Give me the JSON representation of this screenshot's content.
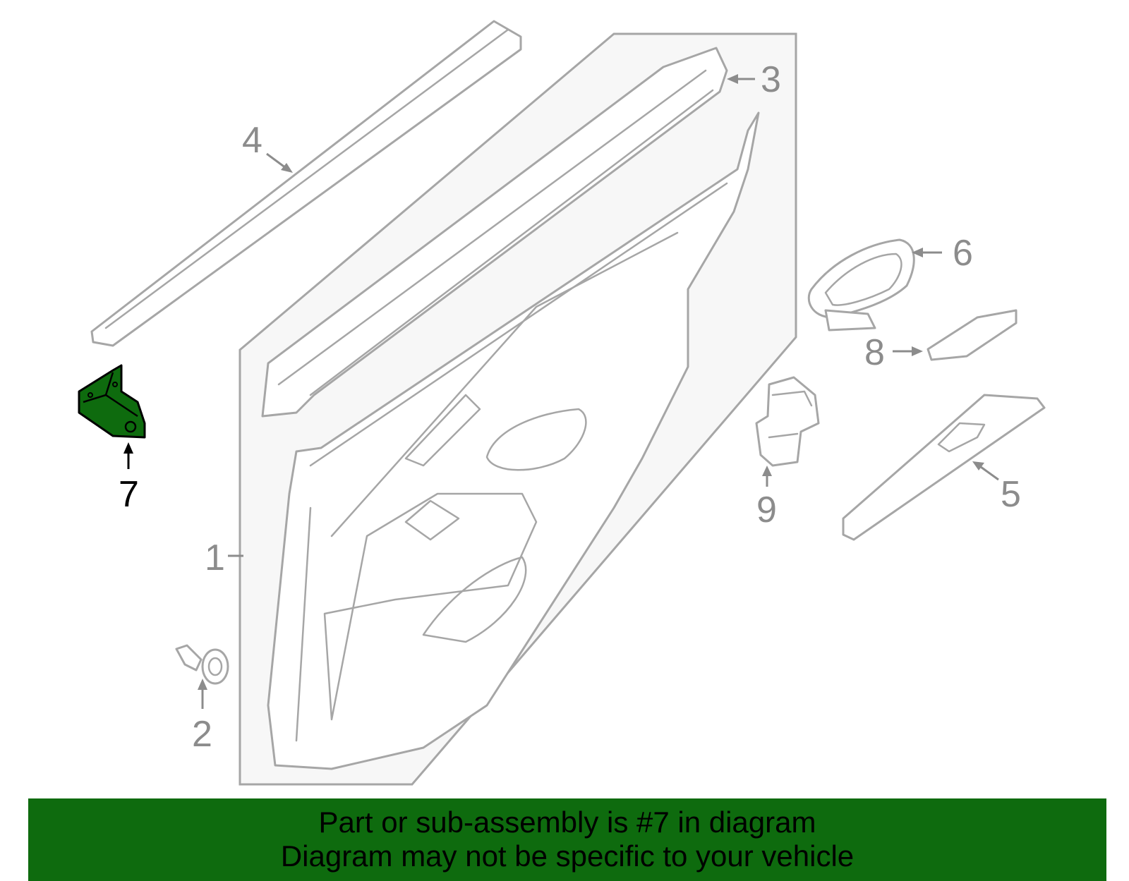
{
  "callouts": {
    "c1": "1",
    "c2": "2",
    "c3": "3",
    "c4": "4",
    "c5": "5",
    "c6": "6",
    "c7": "7",
    "c8": "8",
    "c9": "9"
  },
  "highlighted_part": "7",
  "colors": {
    "highlight_fill": "#0e6b0e",
    "banner_bg": "#0e6b0e",
    "line_gray": "#a6a6a6",
    "label_gray": "#8c8c8c",
    "panel_bg": "#f7f7f7"
  },
  "banner": {
    "line1": "Part or sub-assembly is #7 in diagram",
    "line2": "Diagram may not be specific to your vehicle"
  }
}
